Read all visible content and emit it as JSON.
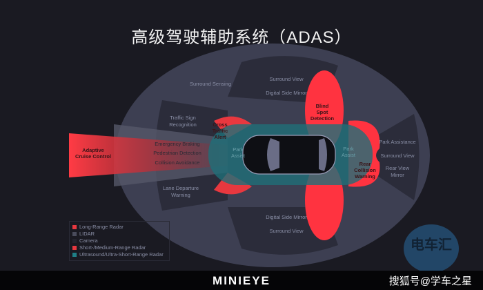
{
  "title": "高级驾驶辅助系统（ADAS）",
  "labels": {
    "surround_sensing": "Surround Sensing",
    "surround_view_top": "Surround View",
    "digital_side_mirror_top": "Digital Side Mirror",
    "blind_spot": [
      "Blind",
      "Spot",
      "Detection"
    ],
    "traffic_sign": [
      "Traffic Sign",
      "Recognition"
    ],
    "cross_traffic": [
      "Cross",
      "Traffic",
      "Alert"
    ],
    "adaptive_cruise": [
      "Adaptive",
      "Cruise Control"
    ],
    "emergency_braking": "Emergency Braking",
    "pedestrian_detection": "Pedestrian Detection",
    "collision_avoidance": "Collision Avoidance",
    "park_assist_front": [
      "Park",
      "Assist"
    ],
    "park_assist_rear": [
      "Park",
      "Assist"
    ],
    "rear_collision": [
      "Rear",
      "Collision",
      "Warning"
    ],
    "park_assistance": "Park Assistance",
    "surround_view_right": "Surround View",
    "rear_view_mirror": [
      "Rear View",
      "Mirror"
    ],
    "lane_departure": [
      "Lane Departure",
      "Warning"
    ],
    "digital_side_mirror_bottom": "Digital Side Mirror",
    "surround_view_bottom": "Surround View"
  },
  "legend": [
    {
      "label": "Long-Range Radar",
      "color": "#e8383f"
    },
    {
      "label": "LIDAR",
      "color": "#4a4c5c"
    },
    {
      "label": "Camera",
      "color": "#23242e"
    },
    {
      "label": "Short-/Medium-Range Radar",
      "color": "#e8383f"
    },
    {
      "label": "Ultrasound/Ultra-Short-Range Radar",
      "color": "#1f7f86"
    }
  ],
  "brand": "MINIEYE",
  "watermark": "电车汇",
  "source": "搜狐号@学车之星"
}
